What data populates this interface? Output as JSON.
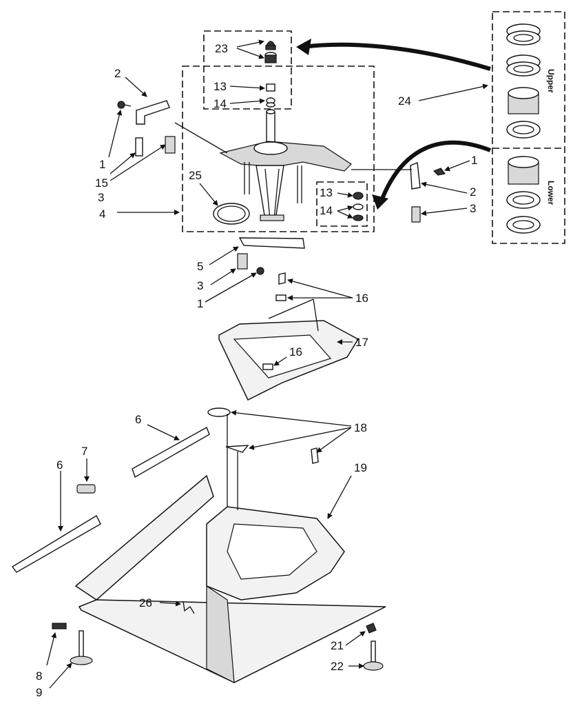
{
  "callouts": {
    "c1a": "1",
    "c1b": "1",
    "c1c": "1",
    "c2a": "2",
    "c2b": "2",
    "c3a": "3",
    "c3b": "3",
    "c3c": "3",
    "c4": "4",
    "c5": "5",
    "c6a": "6",
    "c6b": "6",
    "c7": "7",
    "c8": "8",
    "c9": "9",
    "c13a": "13",
    "c13b": "13",
    "c14a": "14",
    "c14b": "14",
    "c15": "15",
    "c16a": "16",
    "c16b": "16",
    "c17": "17",
    "c18": "18",
    "c19": "19",
    "c21": "21",
    "c22": "22",
    "c23": "23",
    "c24": "24",
    "c25": "25",
    "c26": "26"
  },
  "bearing_kit": {
    "upper_label": "Upper",
    "lower_label": "Lower"
  }
}
